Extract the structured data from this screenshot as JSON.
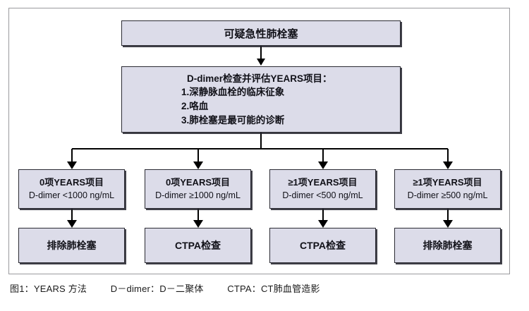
{
  "figure": {
    "frame_border_color": "#9a9a9e",
    "node_fill_color": "#dcdce9",
    "node_border_color": "#2b2b33",
    "connector_color": "#000000"
  },
  "nodes": {
    "suspected_pe": {
      "label": "可疑急性肺栓塞"
    },
    "ddimer_years": {
      "line0": "D-dimer检查并评估YEARS项目：",
      "line1": "1.深静脉血栓的临床征象",
      "line2": "2.咯血",
      "line3": "3.肺栓塞是最可能的诊断"
    },
    "branches": [
      {
        "title": "0项YEARS项目",
        "criterion": "D-dimer <1000 ng/mL",
        "result": "排除肺栓塞"
      },
      {
        "title": "0项YEARS项目",
        "criterion": "D-dimer ≥1000 ng/mL",
        "result": "CTPA检查"
      },
      {
        "title": "≥1项YEARS项目",
        "criterion": "D-dimer <500 ng/mL",
        "result": "CTPA检查"
      },
      {
        "title": "≥1项YEARS项目",
        "criterion": "D-dimer ≥500 ng/mL",
        "result": "排除肺栓塞"
      }
    ]
  },
  "caption": {
    "figure_label": "图1：YEARS 方法",
    "abbr_ddimer": "D－dimer：D－二聚体",
    "abbr_ctpa": "CTPA：CT肺血管造影"
  }
}
